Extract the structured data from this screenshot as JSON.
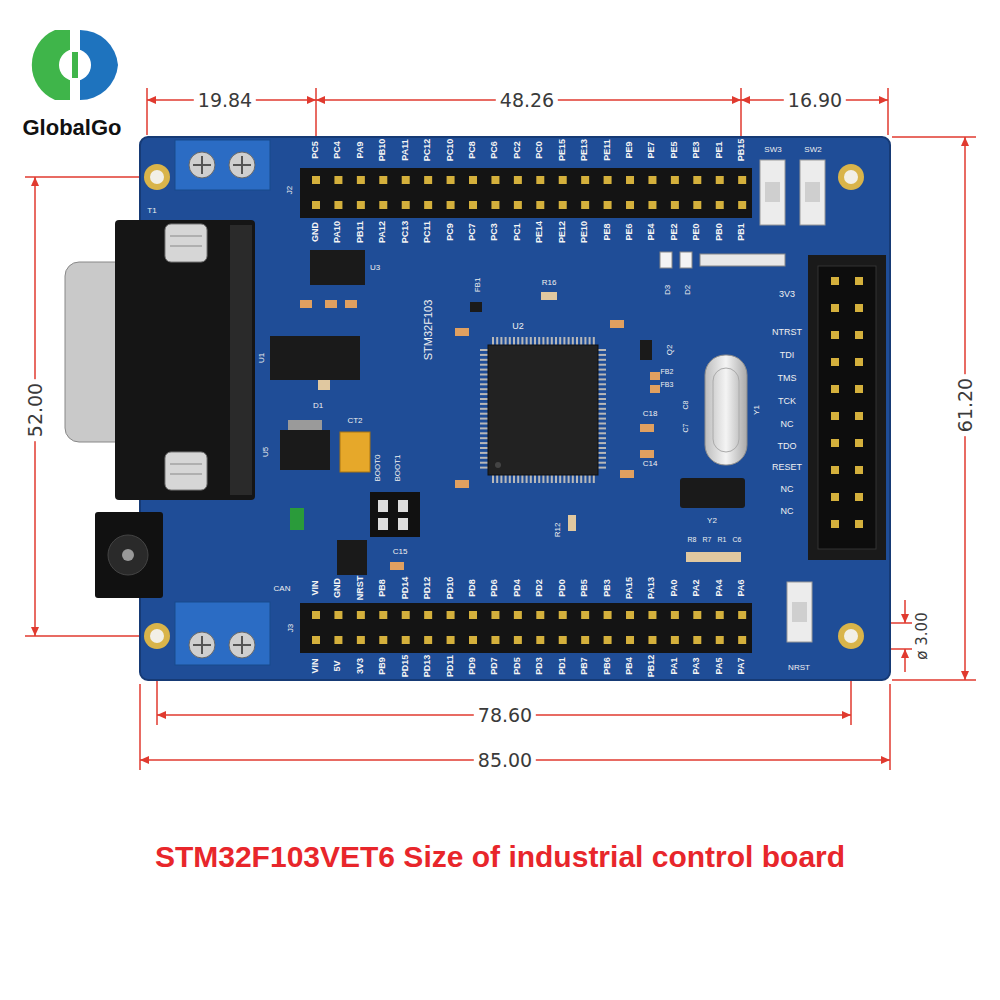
{
  "diagram": {
    "caption": "STM32F103VET6 Size of industrial control board",
    "labels": [
      "GlobalGo",
      "19.84",
      "48.26",
      "16.90",
      "52.00",
      "61.20",
      "78.60",
      "85.00",
      "ø 3.00",
      "PC5",
      "PC4",
      "PA9",
      "PB10",
      "PA11",
      "PC12",
      "PC10",
      "PC8",
      "PC6",
      "PC2",
      "PC0",
      "PE15",
      "PE13",
      "PE11",
      "PE9",
      "PE7",
      "PE5",
      "PE3",
      "PE1",
      "PB15",
      "GND",
      "PA10",
      "PB11",
      "PA12",
      "PC13",
      "PC11",
      "PC9",
      "PC7",
      "PC3",
      "PC1",
      "PE14",
      "PE12",
      "PE10",
      "PE8",
      "PE6",
      "PE4",
      "PE2",
      "PE0",
      "PB0",
      "PB1",
      "VIN",
      "GND",
      "NRST",
      "PB8",
      "PD14",
      "PD12",
      "PD10",
      "PD8",
      "PD6",
      "PD4",
      "PD2",
      "PD0",
      "PB5",
      "PB3",
      "PA15",
      "PA13",
      "PA0",
      "PA2",
      "PA4",
      "PA6",
      "VIN",
      "5V",
      "3V3",
      "PB9",
      "PD15",
      "PD13",
      "PD11",
      "PD9",
      "PD7",
      "PD5",
      "PD3",
      "PD1",
      "PB7",
      "PB6",
      "PB4",
      "PB12",
      "PA1",
      "PA3",
      "PA5",
      "PA7",
      "J2",
      "J3",
      "SW3",
      "SW2",
      "NRST",
      "3V3",
      "NTRST",
      "TDI",
      "TMS",
      "TCK",
      "NC",
      "TDO",
      "RESET",
      "NC",
      "NC",
      "U2",
      "U1",
      "U3",
      "U5",
      "Y1",
      "Y2",
      "T1",
      "D1",
      "D2",
      "D3",
      "CT2",
      "BOOT0",
      "BOOT1",
      "R16",
      "FB1",
      "FB2",
      "FB3",
      "Q2",
      "C18",
      "C14",
      "C8",
      "C7",
      "R12",
      "C15",
      "R8",
      "R7",
      "R1",
      "C6",
      "CAN",
      "STM32F103"
    ]
  }
}
